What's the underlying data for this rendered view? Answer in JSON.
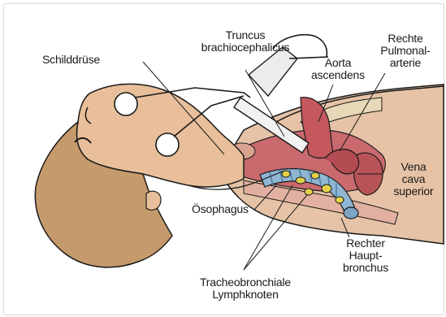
{
  "labels": {
    "schilddruese": "Schilddrüse",
    "truncus_line1": "Truncus",
    "truncus_line2": "brachiocephalicus",
    "aorta_line1": "Aorta",
    "aorta_line2": "ascendens",
    "pulmonal_line1": "Rechte",
    "pulmonal_line2": "Pulmonal-",
    "pulmonal_line3": "arterie",
    "vena_line1": "Vena",
    "vena_line2": "cava",
    "vena_line3": "superior",
    "oesophagus": "Ösophagus",
    "bronchus_line1": "Rechter",
    "bronchus_line2": "Haupt-",
    "bronchus_line3": "bronchus",
    "lymph_line1": "Tracheobronchiale",
    "lymph_line2": "Lymphknoten"
  },
  "colors": {
    "skin": "#d8a57c",
    "skin_shadow": "#c8895f",
    "hair": "#c59a6c",
    "tissue": "#c96a6e",
    "muscle": "#e2b0a0",
    "trachea": "#8fb6d2",
    "lymph_node": "#e3d24a",
    "instrument": "#f2f2f2",
    "outline": "#1a1a1a"
  }
}
